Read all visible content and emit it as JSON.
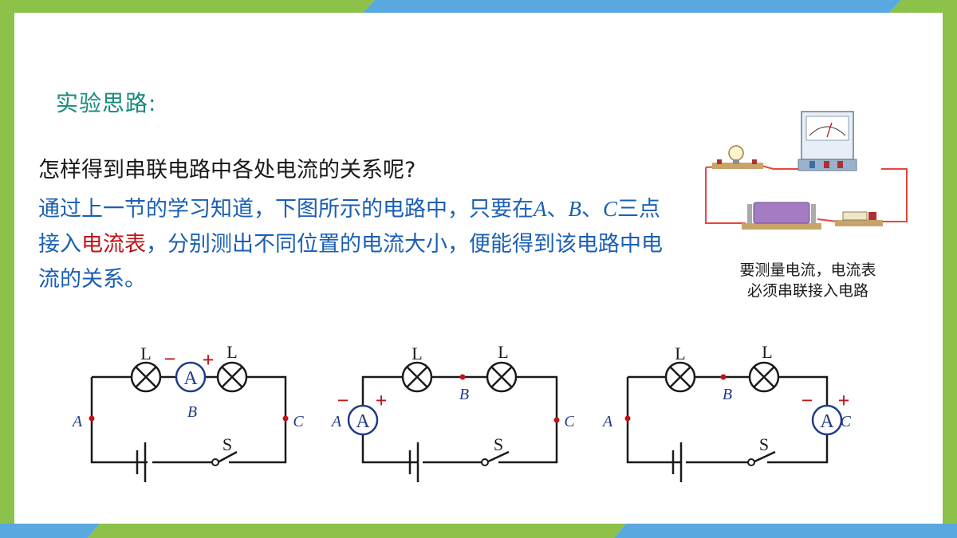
{
  "section_title": "实验思路:",
  "question": "怎样得到串联电路中各处电流的关系呢?",
  "paragraph": {
    "part1": "通过上一节的学习知道，下图所示的电路中，只要在",
    "a": "A",
    "sep1": "、",
    "b": "B",
    "sep2": "、",
    "c": "C",
    "part2": "三点接入",
    "highlight": "电流表",
    "part3": "，分别测出不同位置的电流大小，便能得到该电路中电流的关系。"
  },
  "caption": {
    "line1": "要测量电流，电流表",
    "line2": "必须串联接入电路"
  },
  "circuits": [
    {
      "ammeter_at": "B",
      "labels": {
        "l1": "L",
        "l2": "L",
        "a": "A",
        "b": "B",
        "c": "C",
        "s": "S",
        "meter": "A",
        "minus": "−",
        "plus": "+"
      }
    },
    {
      "ammeter_at": "A",
      "labels": {
        "l1": "L",
        "l2": "L",
        "a": "A",
        "b": "B",
        "c": "C",
        "s": "S",
        "meter": "A",
        "minus": "−",
        "plus": "+"
      }
    },
    {
      "ammeter_at": "C",
      "labels": {
        "l1": "L",
        "l2": "L",
        "a": "A",
        "b": "B",
        "c": "C",
        "s": "S",
        "meter": "A",
        "minus": "−",
        "plus": "+"
      }
    }
  ],
  "colors": {
    "frame_green": "#8cc14a",
    "frame_blue": "#5aa8e0",
    "title_teal": "#1a8a7a",
    "text_blue": "#1a5fb4",
    "highlight_red": "#c0121a",
    "wire": "#1a1a1a",
    "meter_blue": "#1f3c88",
    "dot_red": "#c0121a",
    "label_blue": "#1f3c88"
  }
}
